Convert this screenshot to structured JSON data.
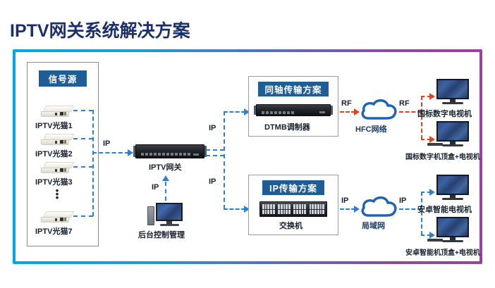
{
  "page": {
    "title": "IPTV网关系统解决方案",
    "frame_gradient_start": "#00a7e6",
    "frame_gradient_end": "#9c3f9e"
  },
  "source_panel": {
    "chip_label": "信号源",
    "ellipsis": "⋮",
    "devices": [
      {
        "label": "IPTV光猫1",
        "icon": "onu-icon"
      },
      {
        "label": "IPTV光猫2",
        "icon": "onu-icon"
      },
      {
        "label": "IPTV光猫3",
        "icon": "onu-icon"
      },
      {
        "label": "IPTV光猫7",
        "icon": "onu-icon"
      }
    ]
  },
  "gateway": {
    "label": "IPTV网关",
    "icon": "rack-server-icon",
    "input_link_label": "IP",
    "console": {
      "label": "后台控制管理",
      "icon": "desktop-computer-icon",
      "link_label": "IP"
    },
    "output_top_label": "IP",
    "output_bottom_label": "IP"
  },
  "coax_branch": {
    "chip_label": "同轴传输方案",
    "device_label": "DTMB调制器",
    "device_icon": "rack-modulator-icon",
    "link_to_cloud_label": "RF",
    "cloud": {
      "label": "HFC网络",
      "icon": "cloud-icon"
    },
    "link_from_cloud_label": "RF",
    "endpoints": [
      {
        "label": "国标数字电视机",
        "icon": "tv-icon",
        "has_stb": false
      },
      {
        "label": "国标数字机顶盒+电视机",
        "icon": "tv-with-settop-box-icon",
        "has_stb": true
      }
    ]
  },
  "ip_branch": {
    "chip_label": "IP传输方案",
    "device_label": "交换机",
    "device_icon": "network-switch-icon",
    "link_to_cloud_label": "IP",
    "cloud": {
      "label": "局域网",
      "icon": "cloud-icon"
    },
    "link_from_cloud_label": "IP",
    "endpoints": [
      {
        "label": "安卓智能电视机",
        "icon": "tv-icon",
        "has_stb": false
      },
      {
        "label": "安卓智能机顶盒+电视机",
        "icon": "tv-with-settop-box-icon",
        "has_stb": true
      }
    ]
  },
  "colors": {
    "chip_blue": "#1f5d96",
    "link_blue": "#2f7fd0",
    "link_red": "#e0431f",
    "title_navy": "#1b2f6b"
  }
}
